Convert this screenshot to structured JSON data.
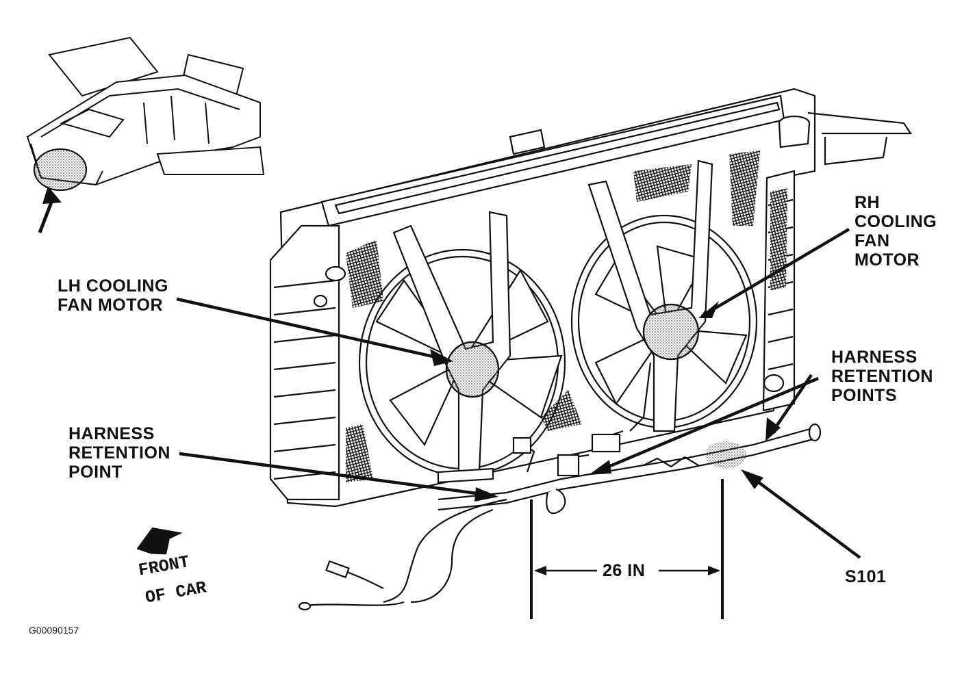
{
  "labels": {
    "lh_fan": [
      "LH COOLING",
      "FAN MOTOR"
    ],
    "rh_fan": [
      "RH",
      "COOLING",
      "FAN",
      "MOTOR"
    ],
    "harness_points": [
      "HARNESS",
      "RETENTION",
      "POINTS"
    ],
    "harness_point": [
      "HARNESS",
      "RETENTION",
      "POINT"
    ],
    "dimension": "26 IN",
    "splice": "S101",
    "front_line1": "FRONT",
    "front_line2": "OF CAR",
    "figure_id": "G00090157"
  },
  "colors": {
    "ink": "#111111",
    "paper": "#ffffff",
    "stipple": "#9a9a9a"
  }
}
